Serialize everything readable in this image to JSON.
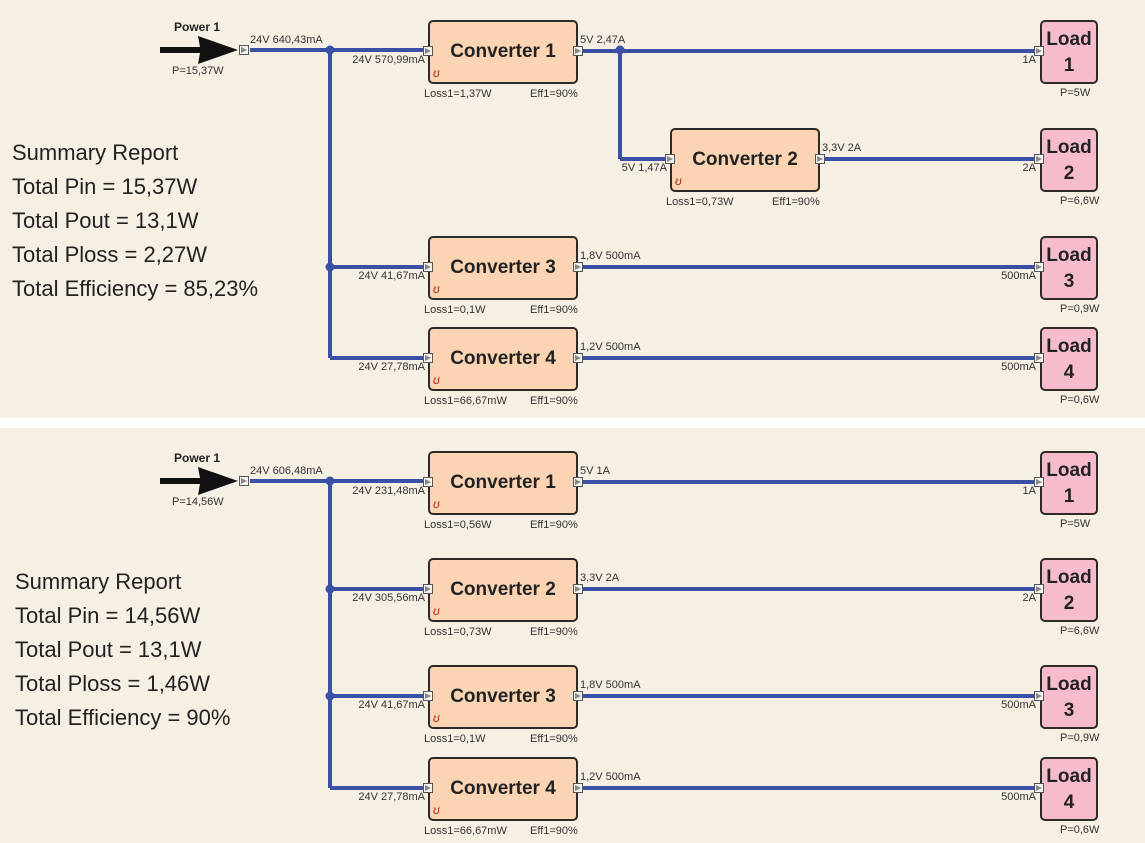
{
  "colors": {
    "wire": "#3a4fa6",
    "converter_fill": "#fbd4b3",
    "load_fill": "#f7bccb",
    "background": "#f6efe3"
  },
  "panels": [
    {
      "power": {
        "name": "Power 1",
        "out_label": "24V 640,43mA",
        "power": "P=15,37W"
      },
      "summary": [
        "Summary Report",
        "Total Pin = 15,37W",
        "Total Pout = 13,1W",
        "Total Ploss = 2,27W",
        "Total Efficiency = 85,23%"
      ],
      "converters": [
        {
          "name": "Converter 1",
          "in_label": "24V 570,99mA",
          "out_label": "5V 2,47A",
          "loss": "Loss1=1,37W",
          "eff": "Eff1=90%"
        },
        {
          "name": "Converter 2",
          "in_label": "5V 1,47A",
          "out_label": "3,3V 2A",
          "loss": "Loss1=0,73W",
          "eff": "Eff1=90%"
        },
        {
          "name": "Converter 3",
          "in_label": "24V 41,67mA",
          "out_label": "1,8V 500mA",
          "loss": "Loss1=0,1W",
          "eff": "Eff1=90%"
        },
        {
          "name": "Converter 4",
          "in_label": "24V 27,78mA",
          "out_label": "1,2V 500mA",
          "loss": "Loss1=66,67mW",
          "eff": "Eff1=90%"
        }
      ],
      "loads": [
        {
          "line1": "Load",
          "line2": "1",
          "current": "1A",
          "power": "P=5W"
        },
        {
          "line1": "Load",
          "line2": "2",
          "current": "2A",
          "power": "P=6,6W"
        },
        {
          "line1": "Load",
          "line2": "3",
          "current": "500mA",
          "power": "P=0,9W"
        },
        {
          "line1": "Load",
          "line2": "4",
          "current": "500mA",
          "power": "P=0,6W"
        }
      ]
    },
    {
      "power": {
        "name": "Power 1",
        "out_label": "24V 606,48mA",
        "power": "P=14,56W"
      },
      "summary": [
        "Summary Report",
        "Total Pin = 14,56W",
        "Total Pout = 13,1W",
        "Total Ploss = 1,46W",
        "Total Efficiency = 90%"
      ],
      "converters": [
        {
          "name": "Converter 1",
          "in_label": "24V 231,48mA",
          "out_label": "5V 1A",
          "loss": "Loss1=0,56W",
          "eff": "Eff1=90%"
        },
        {
          "name": "Converter 2",
          "in_label": "24V 305,56mA",
          "out_label": "3,3V 2A",
          "loss": "Loss1=0,73W",
          "eff": "Eff1=90%"
        },
        {
          "name": "Converter 3",
          "in_label": "24V 41,67mA",
          "out_label": "1,8V 500mA",
          "loss": "Loss1=0,1W",
          "eff": "Eff1=90%"
        },
        {
          "name": "Converter 4",
          "in_label": "24V 27,78mA",
          "out_label": "1,2V 500mA",
          "loss": "Loss1=66,67mW",
          "eff": "Eff1=90%"
        }
      ],
      "loads": [
        {
          "line1": "Load",
          "line2": "1",
          "current": "1A",
          "power": "P=5W"
        },
        {
          "line1": "Load",
          "line2": "2",
          "current": "2A",
          "power": "P=6,6W"
        },
        {
          "line1": "Load",
          "line2": "3",
          "current": "500mA",
          "power": "P=0,9W"
        },
        {
          "line1": "Load",
          "line2": "4",
          "current": "500mA",
          "power": "P=0,6W"
        }
      ]
    }
  ]
}
